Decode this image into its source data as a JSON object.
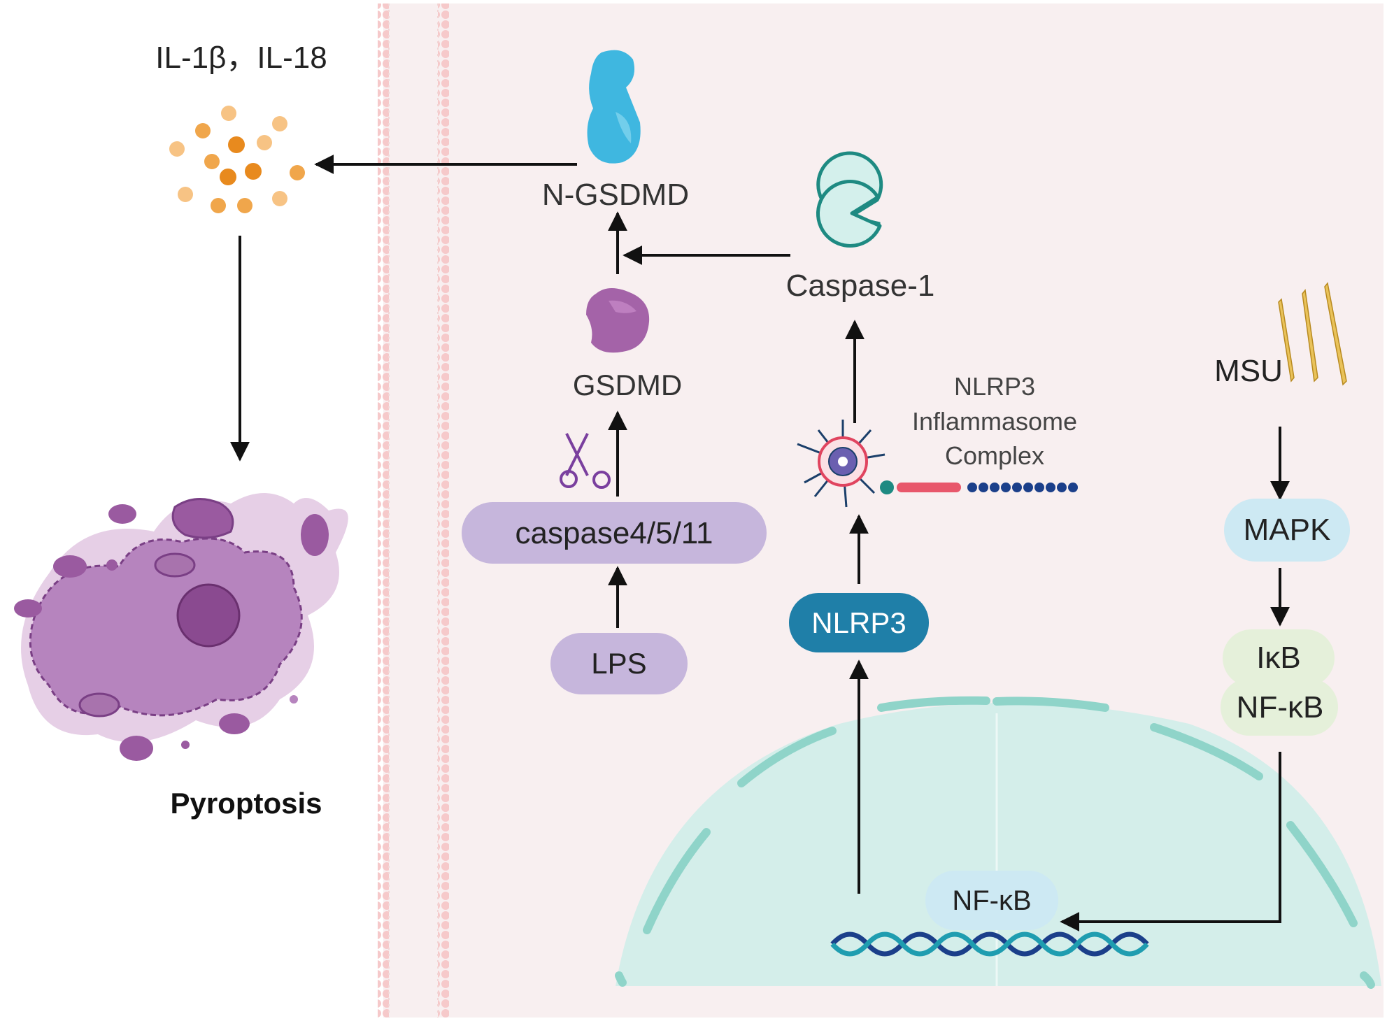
{
  "labels": {
    "cytokines": "IL-1β，IL-18",
    "pyroptosis": "Pyroptosis",
    "n_gsdmd": "N-GSDMD",
    "gsdmd": "GSDMD",
    "caspase_4511": "caspase4/5/11",
    "lps": "LPS",
    "caspase1": "Caspase-1",
    "inflammasome_line1": "NLRP3",
    "inflammasome_line2": "Inflammasome",
    "inflammasome_line3": "Complex",
    "nlrp3": "NLRP3",
    "msu": "MSU",
    "mapk": "MAPK",
    "ikb": "IκB",
    "nfkb_cyto": "NF-κB",
    "nfkb_nucleus": "NF-κB"
  },
  "colors": {
    "background_cell": "#f8eff0",
    "membrane": "#f6c9ca",
    "caspase_pill": "#c6b6dc",
    "nlrp3_pill": "#1f7fa8",
    "mapk_pill": "#cde9f3",
    "ikb_pill": "#e5f0da",
    "nucleus": "#d4eeea",
    "nucleus_border": "#8fd4c9",
    "gsdmd_protein": "#a463a8",
    "n_gsdmd_protein": "#3fb7e0",
    "caspase1_icon": "#d4f0ec",
    "cytokine": "#f0a64b",
    "dying_cell": "#9a5aa0",
    "arrow": "#111111"
  },
  "icons": [
    "n-gsdmd-protein-icon",
    "gsdmd-protein-icon",
    "scissors-icon",
    "caspase1-pacman-icon",
    "inflammasome-complex-icon",
    "msu-crystals-icon",
    "dna-helix-icon",
    "cytokine-particles-icon",
    "pyroptotic-cell-icon"
  ]
}
